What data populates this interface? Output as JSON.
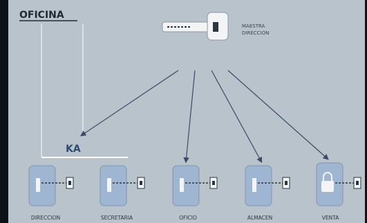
{
  "diagram": {
    "title": "OFICINA",
    "master_key_label_line1": "MAESTRA",
    "master_key_label_line2": "DIRECCION",
    "badge": "KA",
    "doors": [
      {
        "label": "DIRECCION",
        "has_lock_icon": false
      },
      {
        "label": "SECRETARIA",
        "has_lock_icon": false
      },
      {
        "label": "OFICIO",
        "has_lock_icon": false
      },
      {
        "label": "ALMACEN",
        "has_lock_icon": false
      },
      {
        "label": "VENTA",
        "has_lock_icon": true
      }
    ]
  },
  "colors": {
    "background": "#b8c3cb",
    "frame": "#0b1218",
    "line": "#3a4a66",
    "door_fill": "#9fb6d3",
    "key_fill": "#f2f4f6"
  }
}
